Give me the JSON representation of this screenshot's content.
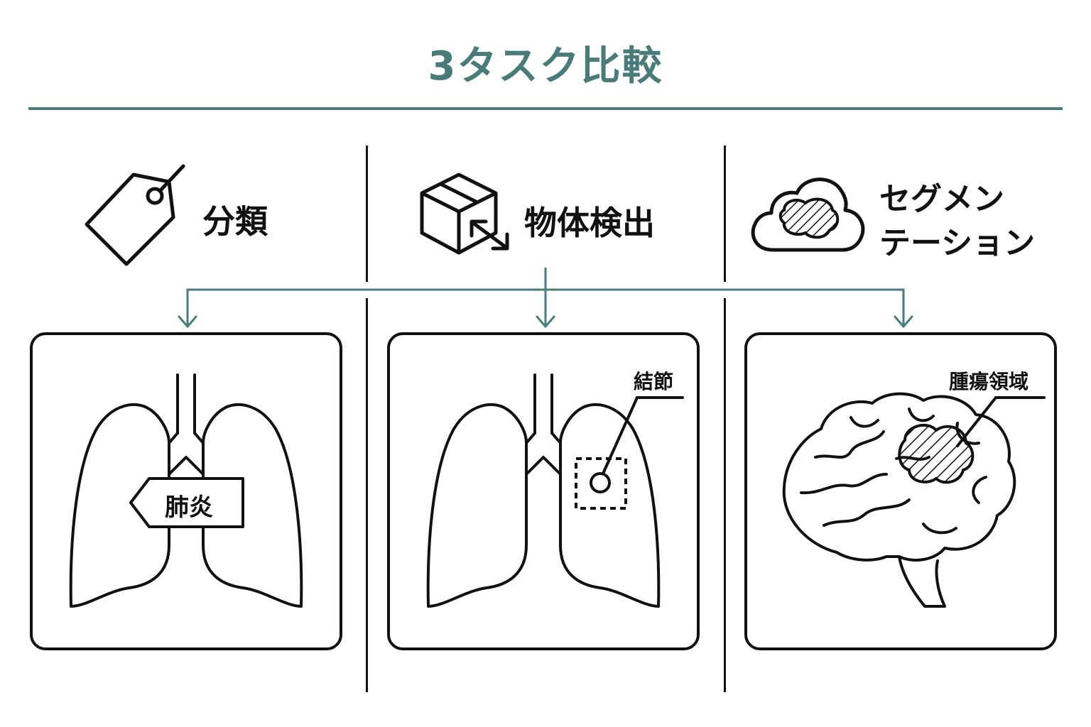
{
  "title": "3タスク比較",
  "columns": [
    {
      "label": "分類",
      "icon": "tag-icon"
    },
    {
      "label": "物体検出",
      "icon": "box-arrow-icon"
    },
    {
      "label_line1": "セグメン",
      "label_line2": "テーション",
      "icon": "cloud-hatch-icon"
    }
  ],
  "panels": [
    {
      "label": "肺炎",
      "illustration": "lungs-icon"
    },
    {
      "label": "結節",
      "illustration": "lungs-icon"
    },
    {
      "label": "腫瘍領域",
      "illustration": "brain-icon"
    }
  ],
  "colors": {
    "accent": "#4a7b7b",
    "ink": "#111111"
  }
}
